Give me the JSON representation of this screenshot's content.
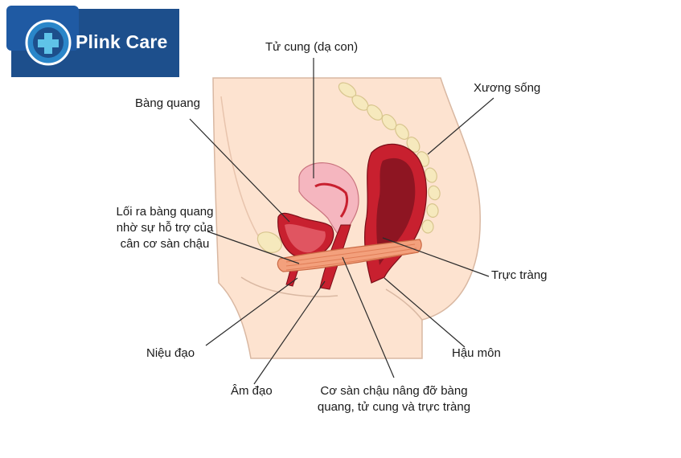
{
  "brand": {
    "name": "Plink Care",
    "colors": {
      "background": "#1d4f8c",
      "mark_outer": "#2a86c9",
      "mark_inner": "#5fc3e8"
    }
  },
  "diagram": {
    "labels": {
      "uterus": "Tử cung (dạ con)",
      "bladder": "Bàng quang",
      "spine": "Xương sống",
      "bladder_outlet": "Lối ra bàng quang nhờ sự hỗ trợ của cân cơ sàn chậu",
      "rectum": "Trực tràng",
      "urethra": "Niệu đạo",
      "anus": "Hậu môn",
      "vagina": "Âm đạo",
      "pelvic_floor": "Cơ sàn chậu nâng đỡ bàng quang, tử cung và trực tràng"
    },
    "colors": {
      "skin": "#fde3d0",
      "skin_outline": "#d9b8a2",
      "bone": "#f6e9bd",
      "uterus": "#f5b6bf",
      "organ_dark": "#c8202f",
      "organ_inner": "#8e1522",
      "muscle": "#f3a07c",
      "line": "#2b2b2b"
    }
  }
}
